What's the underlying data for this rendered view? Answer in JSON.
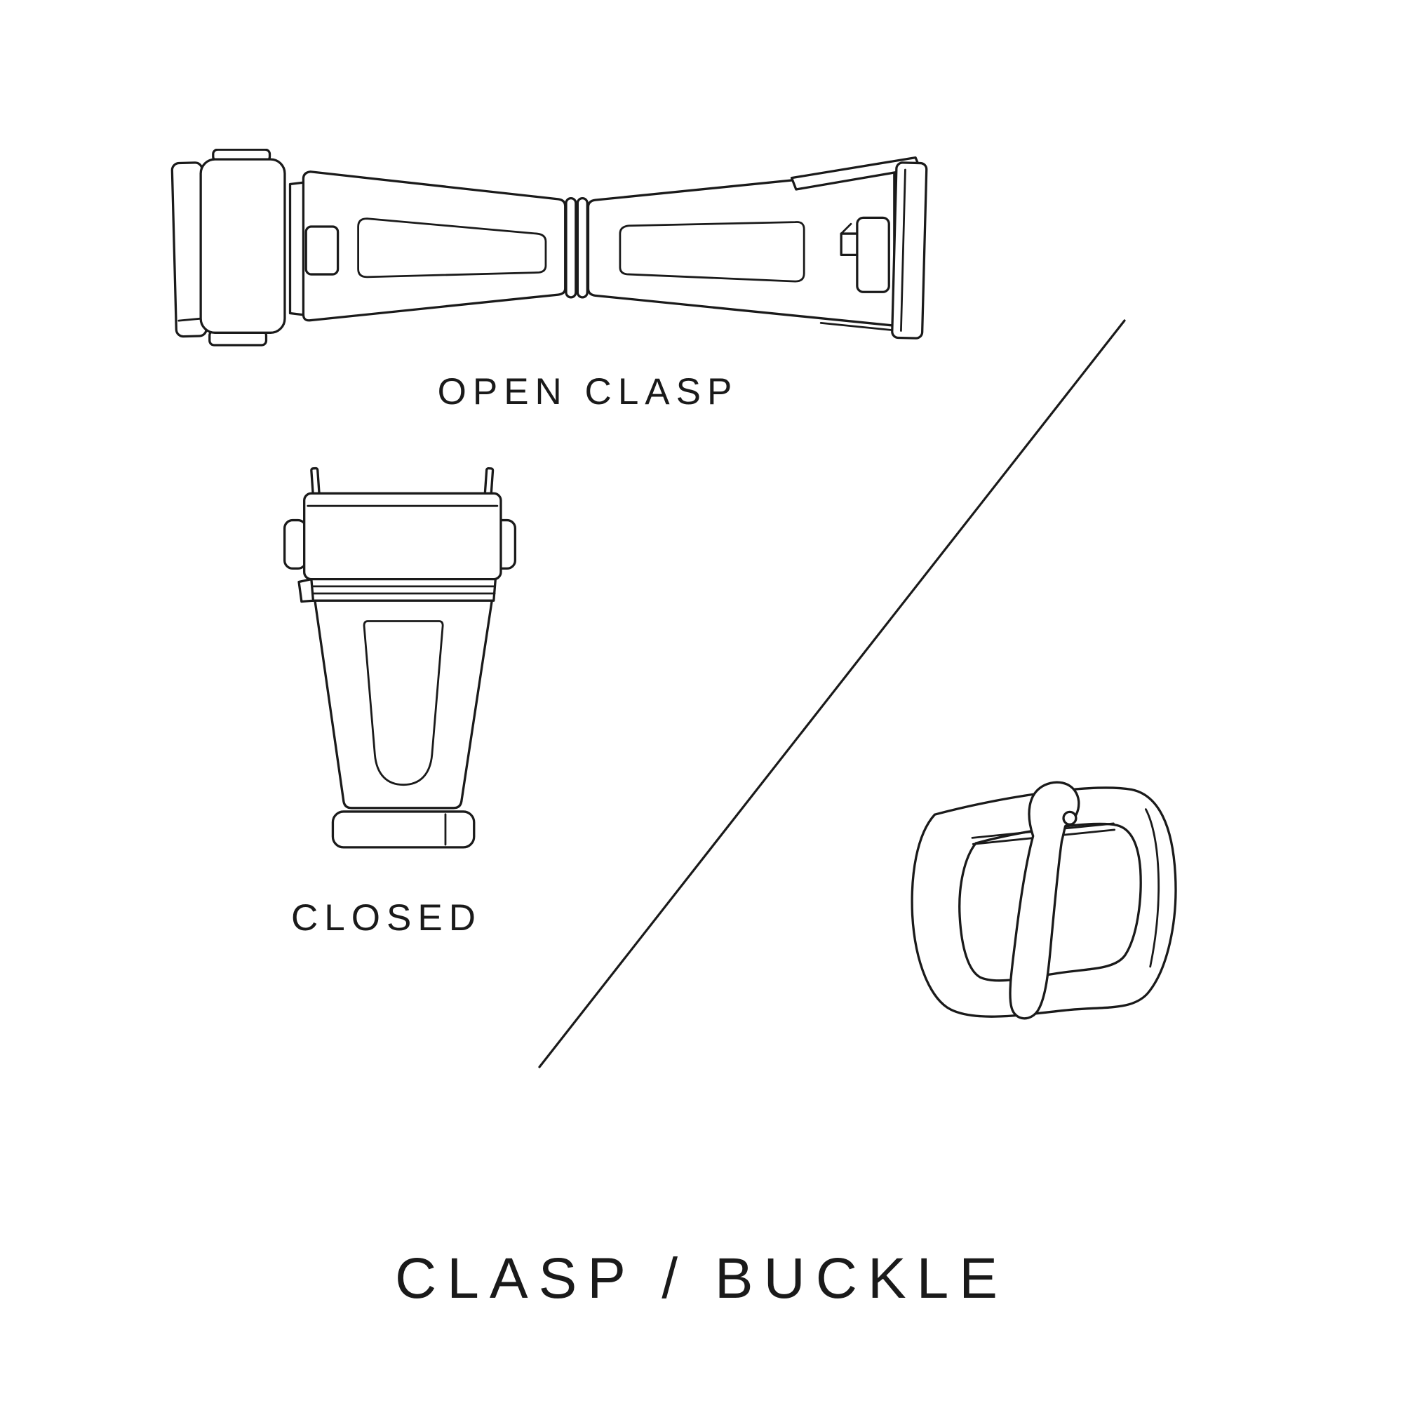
{
  "page": {
    "title": "CLASP / BUCKLE",
    "background": "#ffffff"
  },
  "colors": {
    "line": "#1a1a1a",
    "text": "#1a1a1a",
    "background": "#ffffff"
  },
  "figures": {
    "open_clasp": {
      "label": "OPEN CLASP",
      "icon": "open-clasp-line-drawing"
    },
    "closed_clasp": {
      "label": "CLOSED",
      "icon": "closed-clasp-line-drawing"
    },
    "buckle": {
      "icon": "tang-buckle-line-drawing"
    }
  },
  "divider": {
    "icon": "diagonal-divider-line"
  }
}
